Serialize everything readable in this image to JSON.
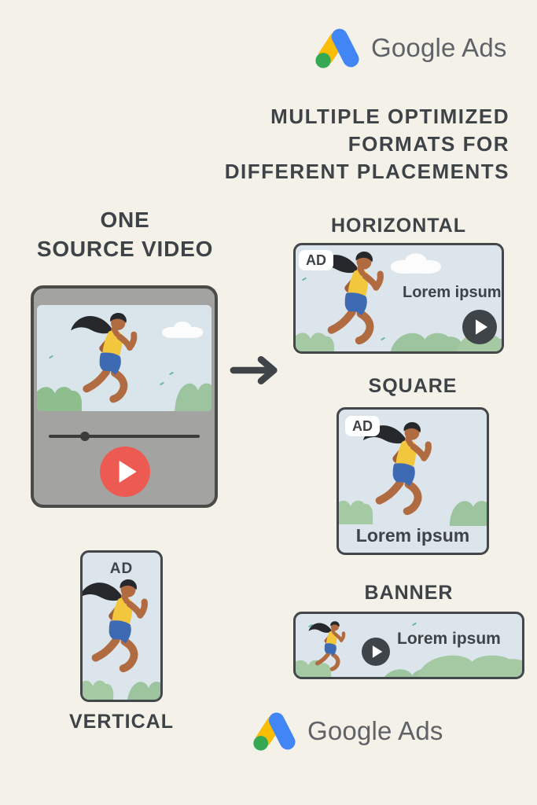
{
  "page": {
    "background": "#f4f1e9"
  },
  "brand": {
    "colors": {
      "blue": "#4285f4",
      "yellow": "#fbbc04",
      "green": "#34a853",
      "logo_text_gray": "#5f6368"
    }
  },
  "header": {
    "logo_text": "Google Ads",
    "title_lines": [
      "MULTIPLE OPTIMIZED",
      "FORMATS FOR",
      "DIFFERENT PLACEMENTS"
    ]
  },
  "source_video": {
    "label_line1": "ONE",
    "label_line2": "SOURCE VIDEO",
    "icons": [
      "play-icon",
      "progress-bar",
      "cloud",
      "bush",
      "runner-illustration"
    ],
    "play_button_color": "#ed5a52"
  },
  "arrow": {
    "icon": "arrow-right-icon",
    "color": "#3f4449"
  },
  "formats": {
    "horizontal": {
      "label": "HORIZONTAL",
      "ad_badge": "AD",
      "body_text": "Lorem ipsum"
    },
    "square": {
      "label": "SQUARE",
      "ad_badge": "AD",
      "body_text": "Lorem ipsum"
    },
    "banner": {
      "label": "BANNER",
      "body_text": "Lorem ipsum"
    },
    "vertical": {
      "label": "VERTICAL",
      "ad_badge": "AD"
    }
  },
  "footer": {
    "logo_text": "Google Ads"
  },
  "colors": {
    "heading_text": "#3e4347",
    "card_background": "#dbe5eb",
    "card_border": "#43474a",
    "player_gray": "#a3a3a1",
    "player_border": "#4a4a48",
    "scene_background": "#d9e4eb",
    "bush_green": "#a5c9a3",
    "bush_green_dark": "#8fbe8e",
    "play_dark": "#3f4449",
    "play_red": "#ed5a52",
    "runner_skin": "#b06b41",
    "runner_hair": "#26282b",
    "runner_top_yellow": "#f2c63d",
    "runner_shorts_blue": "#3e6ab3",
    "ad_badge_background": "#ffffff"
  }
}
